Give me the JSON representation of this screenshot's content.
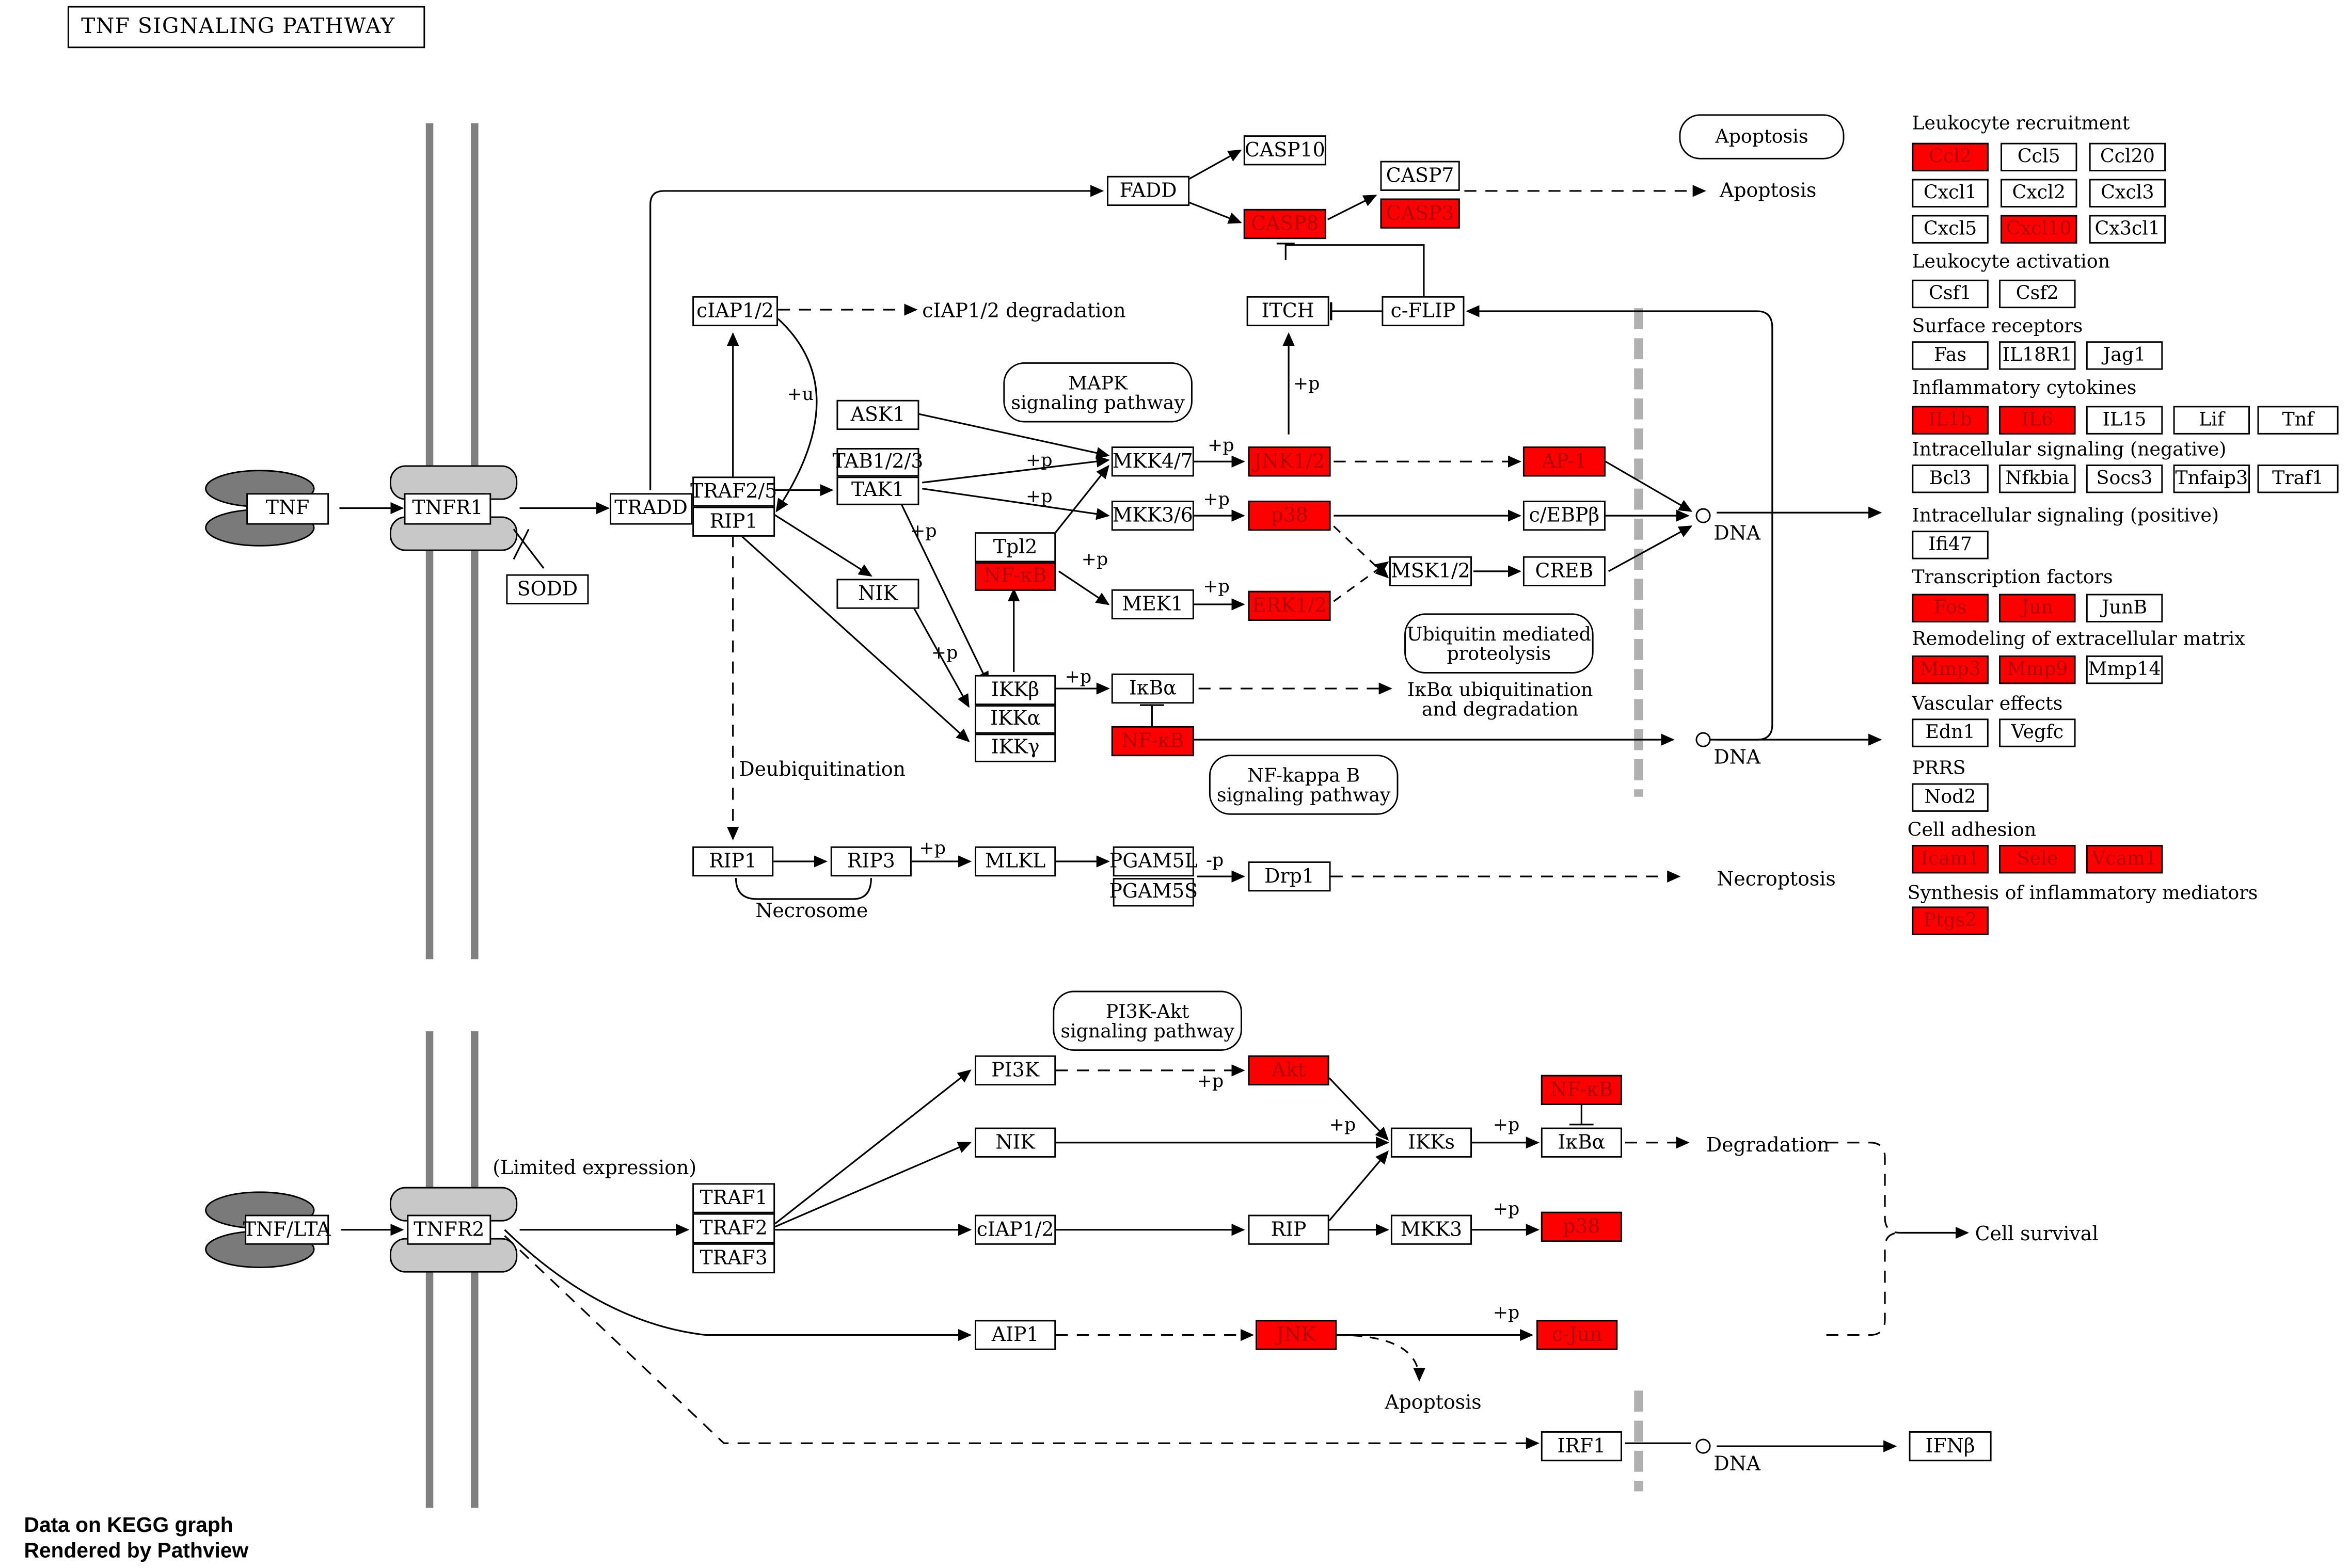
{
  "title": "TNF SIGNALING PATHWAY",
  "footer": {
    "line1": "Data on KEGG graph",
    "line2": "Rendered by Pathview"
  },
  "colors": {
    "highlight": "#ff0000",
    "membrane": "#808080",
    "node_border": "#000000"
  },
  "nodes": {
    "tnf": "TNF",
    "tnfr1": "TNFR1",
    "sodd": "SODD",
    "tradd": "TRADD",
    "traf25": "TRAF2/5",
    "rip1a": "RIP1",
    "ciap12": "cIAP1/2",
    "fadd": "FADD",
    "casp10": "CASP10",
    "casp8": "CASP8",
    "casp7": "CASP7",
    "casp3": "CASP3",
    "itch": "ITCH",
    "cflip": "c-FLIP",
    "ask1": "ASK1",
    "tab123": "TAB1/2/3",
    "tak1": "TAK1",
    "nik1": "NIK",
    "tpl2": "Tpl2",
    "nfkb1": "NF-κB",
    "mkk47": "MKK4/7",
    "mkk36": "MKK3/6",
    "mek1": "MEK1",
    "jnk12": "JNK1/2",
    "p38a": "p38",
    "erk12": "ERK1/2",
    "ap1": "AP-1",
    "cebpb": "c/EBPβ",
    "msk12": "MSK1/2",
    "creb": "CREB",
    "ikkb": "IKKβ",
    "ikka": "IKKα",
    "ikkg": "IKKγ",
    "ikba1": "IκBα",
    "nfkb2": "NF-κB",
    "rip1b": "RIP1",
    "rip3": "RIP3",
    "mlkl": "MLKL",
    "pgam5l": "PGAM5L",
    "pgam5s": "PGAM5S",
    "drp1": "Drp1",
    "tnflta": "TNF/LTA",
    "tnfr2": "TNFR2",
    "traf1": "TRAF1",
    "traf2": "TRAF2",
    "traf3": "TRAF3",
    "pi3k": "PI3K",
    "akt": "Akt",
    "nik2": "NIK",
    "ciap12b": "cIAP1/2",
    "rip": "RIP",
    "mkk3": "MKK3",
    "p38b": "p38",
    "ikks": "IKKs",
    "nfkb3": "NF-κB",
    "ikba2": "IκBα",
    "aip1": "AIP1",
    "jnk": "JNK",
    "cjun": "c-Jun",
    "irf1": "IRF1",
    "ifnb": "IFNβ"
  },
  "labels": {
    "apoptosis1": "Apoptosis",
    "ciap_deg": "cIAP1/2 degradation",
    "ikba_deg": "IκBα ubiquitination\nand degradation",
    "dna1": "DNA",
    "dna2": "DNA",
    "deubiq": "Deubiquitination",
    "necrosome": "Necrosome",
    "necroptosis": "Necroptosis",
    "limited": "(Limited expression)",
    "degradation": "Degradation",
    "cell_survival": "Cell survival",
    "apoptosis2": "Apoptosis",
    "dna3": "DNA",
    "pu": "+u",
    "pp": "+p",
    "mp": "-p"
  },
  "pathways": {
    "apoptosis": "Apoptosis",
    "mapk": "MAPK\nsignaling pathway",
    "ubiq": "Ubiquitin mediated\nproteolysis",
    "nfkappab": "NF-kappa B\nsignaling pathway",
    "pi3k": "PI3K-Akt\nsignaling pathway"
  },
  "target_genes": [
    {
      "category": "Leukocyte recruitment",
      "genes": [
        {
          "name": "Ccl2",
          "hl": true
        },
        {
          "name": "Ccl5",
          "hl": false
        },
        {
          "name": "Ccl20",
          "hl": false
        },
        {
          "name": "Cxcl1",
          "hl": false
        },
        {
          "name": "Cxcl2",
          "hl": false
        },
        {
          "name": "Cxcl3",
          "hl": false
        },
        {
          "name": "Cxcl5",
          "hl": false
        },
        {
          "name": "Cxcl10",
          "hl": true
        },
        {
          "name": "Cx3cl1",
          "hl": false
        }
      ]
    },
    {
      "category": "Leukocyte activation",
      "genes": [
        {
          "name": "Csf1",
          "hl": false
        },
        {
          "name": "Csf2",
          "hl": false
        }
      ]
    },
    {
      "category": "Surface receptors",
      "genes": [
        {
          "name": "Fas",
          "hl": false
        },
        {
          "name": "IL18R1",
          "hl": false
        },
        {
          "name": "Jag1",
          "hl": false
        }
      ]
    },
    {
      "category": "Inflammatory cytokines",
      "genes": [
        {
          "name": "IL1b",
          "hl": true
        },
        {
          "name": "IL6",
          "hl": true
        },
        {
          "name": "IL15",
          "hl": false
        },
        {
          "name": "Lif",
          "hl": false
        },
        {
          "name": "Tnf",
          "hl": false
        }
      ]
    },
    {
      "category": "Intracellular signaling (negative)",
      "genes": [
        {
          "name": "Bcl3",
          "hl": false
        },
        {
          "name": "Nfkbia",
          "hl": false
        },
        {
          "name": "Socs3",
          "hl": false
        },
        {
          "name": "Tnfaip3",
          "hl": false
        },
        {
          "name": "Traf1",
          "hl": false
        }
      ]
    },
    {
      "category": "Intracellular signaling (positive)",
      "genes": [
        {
          "name": "Ifi47",
          "hl": false
        }
      ]
    },
    {
      "category": "Transcription factors",
      "genes": [
        {
          "name": "Fos",
          "hl": true
        },
        {
          "name": "Jun",
          "hl": true
        },
        {
          "name": "JunB",
          "hl": false
        }
      ]
    },
    {
      "category": "Remodeling of extracellular matrix",
      "genes": [
        {
          "name": "Mmp3",
          "hl": true
        },
        {
          "name": "Mmp9",
          "hl": true
        },
        {
          "name": "Mmp14",
          "hl": false
        }
      ]
    },
    {
      "category": "Vascular effects",
      "genes": [
        {
          "name": "Edn1",
          "hl": false
        },
        {
          "name": "Vegfc",
          "hl": false
        }
      ]
    },
    {
      "category": "PRRS",
      "genes": [
        {
          "name": "Nod2",
          "hl": false
        }
      ]
    },
    {
      "category": "Cell adhesion",
      "genes": [
        {
          "name": "Icam1",
          "hl": true
        },
        {
          "name": "Sele",
          "hl": true
        },
        {
          "name": "Vcam1",
          "hl": true
        }
      ]
    },
    {
      "category": "Synthesis of inflammatory mediators",
      "genes": [
        {
          "name": "Ptgs2",
          "hl": true
        }
      ]
    }
  ]
}
